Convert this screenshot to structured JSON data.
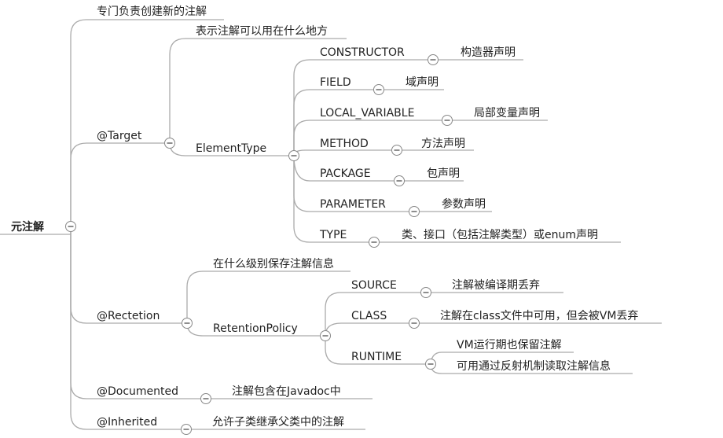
{
  "root": {
    "label": "元注解"
  },
  "target": {
    "label": "@Target",
    "desc": "专门负责创建新的注解",
    "element_desc": "表示注解可以用在什么地方",
    "element_type": "ElementType",
    "items": [
      {
        "name": "CONSTRUCTOR",
        "desc": "构造器声明"
      },
      {
        "name": "FIELD",
        "desc": "域声明"
      },
      {
        "name": "LOCAL_VARIABLE",
        "desc": "局部变量声明"
      },
      {
        "name": "METHOD",
        "desc": "方法声明"
      },
      {
        "name": "PACKAGE",
        "desc": "包声明"
      },
      {
        "name": "PARAMETER",
        "desc": "参数声明"
      },
      {
        "name": "TYPE",
        "desc": "类、接口（包括注解类型）或enum声明"
      }
    ]
  },
  "retention": {
    "label": "@Rectetion",
    "desc": "在什么级别保存注解信息",
    "policy": "RetentionPolicy",
    "items": [
      {
        "name": "SOURCE",
        "descs": [
          "注解被编译期丢弃"
        ]
      },
      {
        "name": "CLASS",
        "descs": [
          "注解在class文件中可用，但会被VM丢弃"
        ]
      },
      {
        "name": "RUNTIME",
        "descs": [
          "VM运行期也保留注解",
          "可用通过反射机制读取注解信息"
        ]
      }
    ]
  },
  "documented": {
    "label": "@Documented",
    "desc": "注解包含在Javadoc中"
  },
  "inherited": {
    "label": "@Inherited",
    "desc": "允许子类继承父类中的注解"
  }
}
